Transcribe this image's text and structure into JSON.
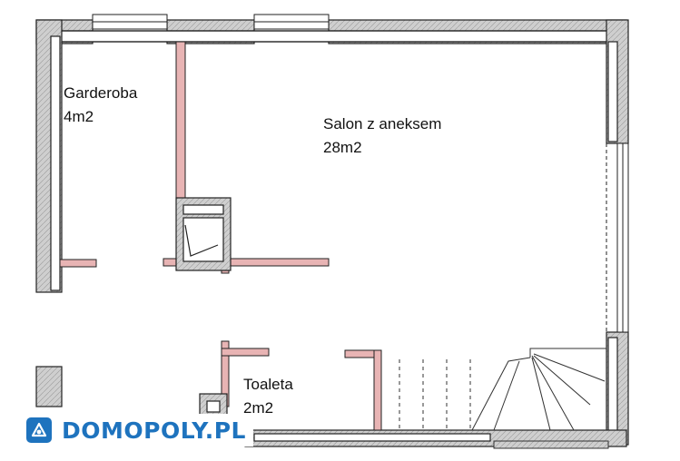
{
  "rooms": {
    "garderoba": {
      "name": "Garderoba",
      "area": "4m2"
    },
    "salon": {
      "name": "Salon z aneksem",
      "area": "28m2"
    },
    "toaleta": {
      "name": "Toaleta",
      "area": "2m2"
    }
  },
  "watermark": {
    "brand": "DOMOPOLY.PL"
  },
  "colors": {
    "wall_fill": "#c8c8c8",
    "partition_fill": "#e8b4b4",
    "line": "#222222",
    "brand": "#1e73be"
  },
  "icons": {
    "logo": "house-pin-icon"
  }
}
